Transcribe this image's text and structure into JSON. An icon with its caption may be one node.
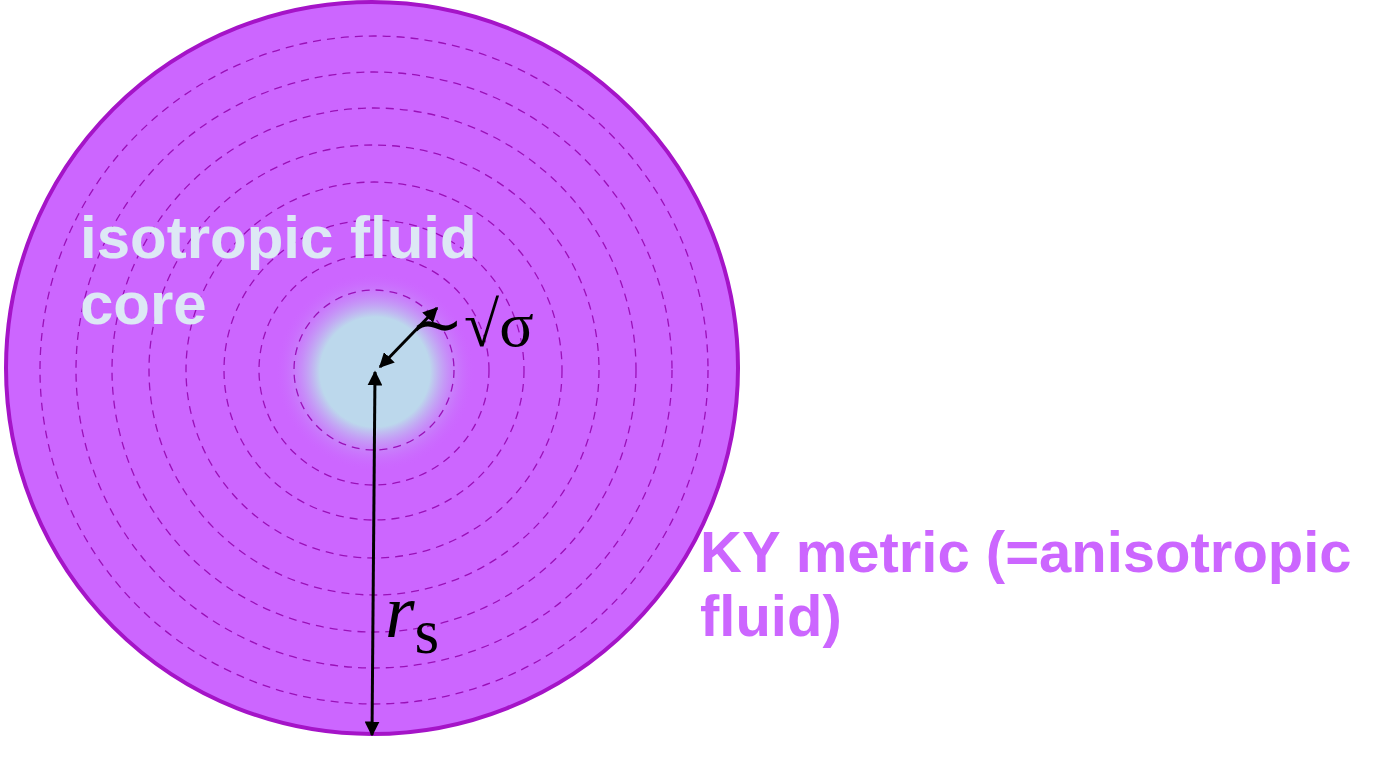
{
  "diagram": {
    "labels": [
      "isotropic fluid core",
      "∼√σ",
      "*r*$_{s}$",
      "KY metric (=anisotropic fluid)"
    ]
  }
}
